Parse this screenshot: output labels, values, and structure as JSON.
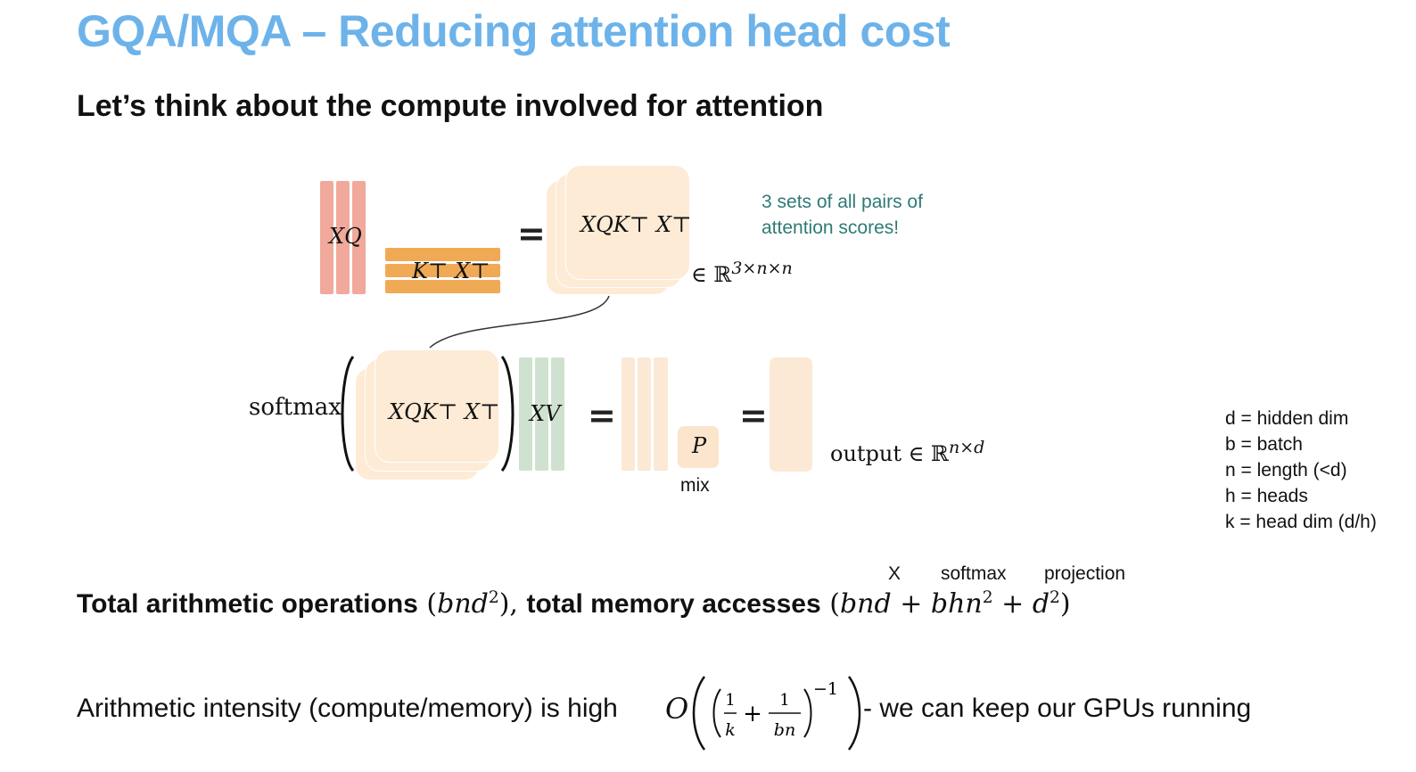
{
  "slide": {
    "title": "GQA/MQA – Reducing attention head cost",
    "subtitle": "Let’s think about the compute involved for attention"
  },
  "diagram": {
    "top": {
      "xq_label": "XQ",
      "kx_label": "K⊤ X⊤",
      "equals": "=",
      "scores_label": "XQK⊤ X⊤",
      "member_prefix": "∈ ℝ",
      "member_exp": "3×n×n",
      "note_line1": "3 sets of all pairs of",
      "note_line2": "attention scores!"
    },
    "bottom": {
      "softmax_label": "softmax",
      "scores_label": "XQK⊤ X⊤",
      "xv_label": "XV",
      "equals1": "=",
      "p_label": "P",
      "mix_label": "mix",
      "equals2": "=",
      "output_prefix": "output ∈ ℝ",
      "output_exp": "n×d"
    },
    "legend": [
      "d = hidden dim",
      "b = batch",
      "n = length (<d)",
      "h = heads",
      "k = head dim (d/h)"
    ]
  },
  "totals": {
    "top_labels": [
      "X",
      "softmax",
      "projection"
    ],
    "ops_label": "Total arithmetic operations",
    "ops_expr": "bnd",
    "ops_exp": "2",
    "mem_label": "total memory accesses",
    "mem_term1": "bnd",
    "mem_term2": "bhn",
    "mem_term3": "d",
    "exp2": "2"
  },
  "intensity": {
    "prefix": "Arithmetic intensity (compute/memory) is high",
    "big_o": "O",
    "num1": "1",
    "den1": "k",
    "num2": "1",
    "den2": "bn",
    "outer_exp": "−1",
    "suffix": "- we can keep our GPUs running"
  }
}
